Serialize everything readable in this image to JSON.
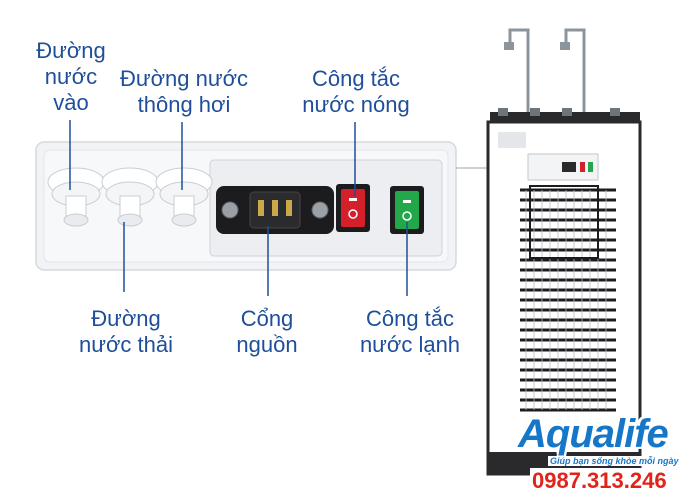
{
  "labels": {
    "water_inlet": [
      "Đường",
      "nước",
      "vào"
    ],
    "vent_line": [
      "Đường nước",
      "thông hơi"
    ],
    "hot_switch": [
      "Công tắc",
      "nước nóng"
    ],
    "drain_line": [
      "Đường",
      "nước thải"
    ],
    "power_port": [
      "Cổng",
      "nguồn"
    ],
    "cold_switch": [
      "Công tắc",
      "nước lạnh"
    ]
  },
  "brand": {
    "name": "Aqualife",
    "tagline": "Giúp bạn sống khỏe mỗi ngày",
    "phone": "0987.313.246"
  },
  "colors": {
    "label_text": "#1f4f9a",
    "hot_switch": "#d4202a",
    "cold_switch": "#22a84a",
    "brand_blue": "#1677c8",
    "phone_red": "#e2231a"
  },
  "icons": [
    "water-tap-icon",
    "rocker-switch-icon",
    "power-socket-icon"
  ]
}
